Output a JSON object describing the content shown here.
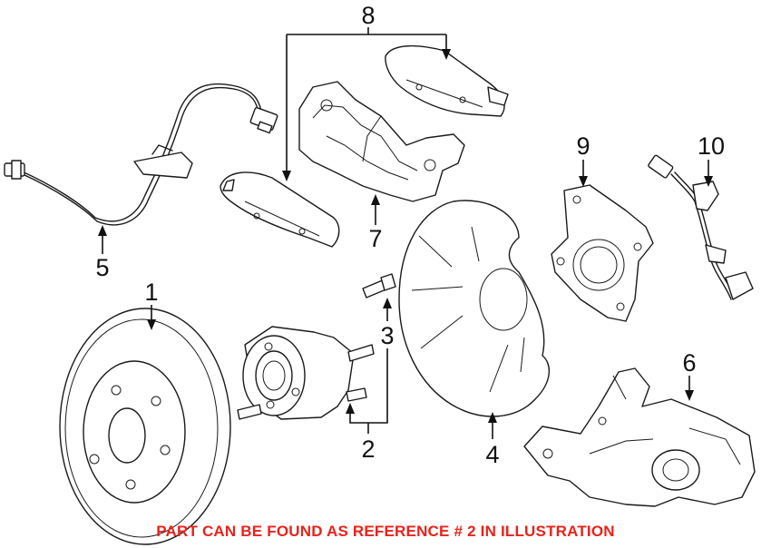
{
  "callouts": {
    "c1": "1",
    "c2": "2",
    "c3": "3",
    "c4": "4",
    "c5": "5",
    "c6": "6",
    "c7": "7",
    "c8": "8",
    "c9": "9",
    "c10": "10"
  },
  "caption": {
    "text": "PART CAN BE FOUND AS REFERENCE # 2 IN ILLUSTRATION",
    "color": "#e8231b"
  }
}
